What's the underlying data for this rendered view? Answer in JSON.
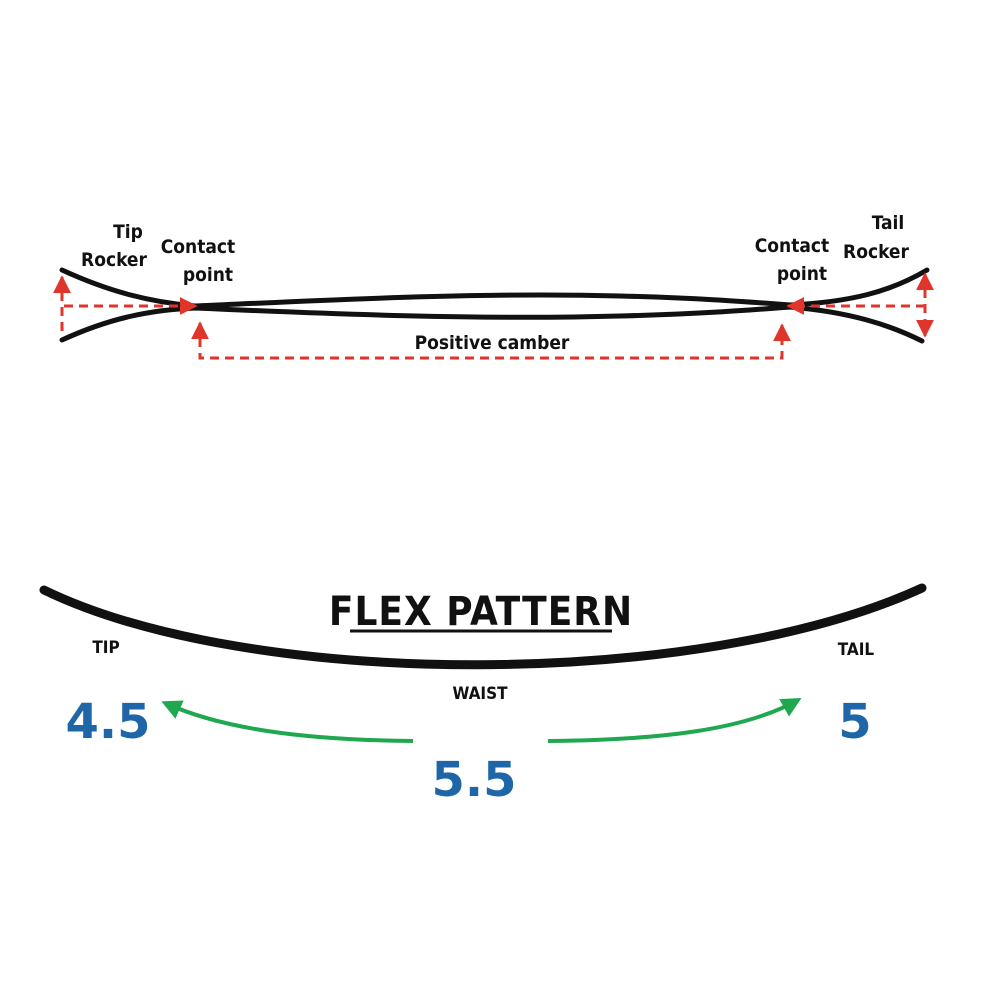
{
  "colors": {
    "board": "#111111",
    "dimension_lines": "#e0352b",
    "flex_arrows": "#1fa84f",
    "flex_numbers": "#1f66a8"
  },
  "profile": {
    "tip_rocker": [
      "Tip",
      "Rocker"
    ],
    "tail_rocker": [
      "Tail",
      "Rocker"
    ],
    "contact_left": [
      "Contact",
      "point"
    ],
    "contact_right": [
      "Contact",
      "point"
    ],
    "positive_camber": "Positive camber"
  },
  "flex": {
    "title": "FLEX PATTERN",
    "tip_label": "TIP",
    "tail_label": "TAIL",
    "waist_label": "WAIST",
    "tip_value": "4.5",
    "waist_value": "5.5",
    "tail_value": "5"
  }
}
